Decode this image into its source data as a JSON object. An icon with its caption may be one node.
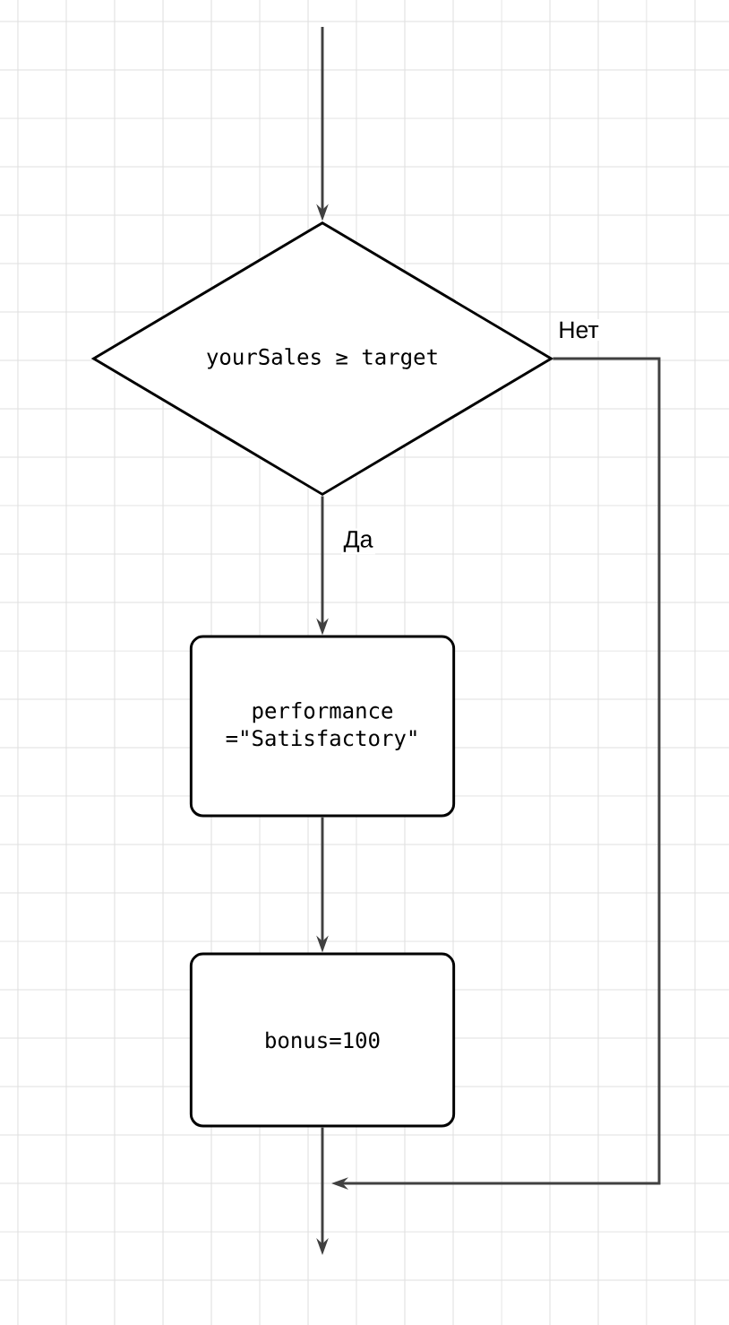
{
  "diagram": {
    "nodes": [
      {
        "text": [
          "yourSales ≥ target"
        ]
      },
      {
        "text": [
          "performance =\"Satisfactory\""
        ]
      },
      {
        "text": [
          "bonus=100"
        ]
      }
    ],
    "edges": [
      {
        "from": null,
        "to": 0,
        "arrow": "to"
      },
      {
        "from": 0,
        "to": 1,
        "arrow": "to",
        "label": "Да"
      },
      {
        "from": 1,
        "to": 2,
        "arrow": "to"
      },
      {
        "from": 0,
        "to": null,
        "arrow": "to",
        "label": "Нет"
      },
      {
        "from": 2,
        "to": null,
        "arrow": "to"
      }
    ]
  }
}
